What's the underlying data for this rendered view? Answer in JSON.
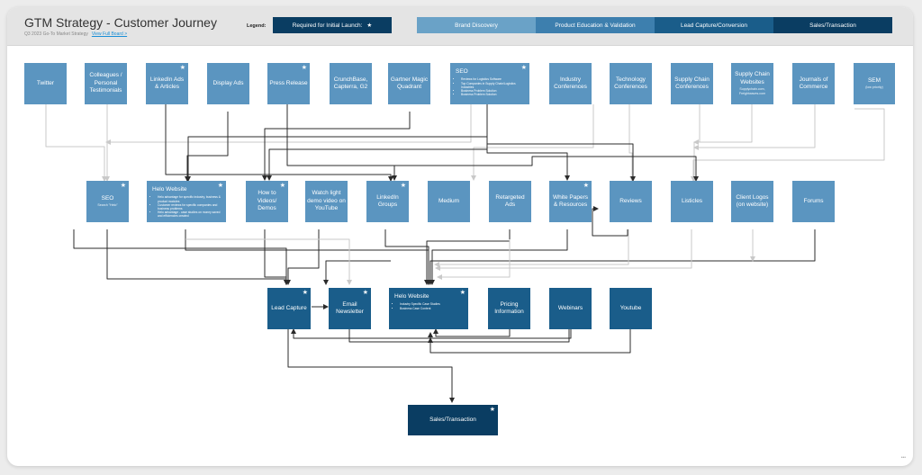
{
  "header": {
    "title": "GTM Strategy - Customer Journey",
    "subtitle": "Q3 2023 Go-To Market Strategy",
    "subtitle_link": "View Full Board >",
    "legend_label": "Legend:",
    "legend_item": "Required for Initial Launch:"
  },
  "stages": [
    {
      "label": "Brand Discovery",
      "color": "#6aa2c7"
    },
    {
      "label": "Product Education & Validation",
      "color": "#3d7fae"
    },
    {
      "label": "Lead Capture/Conversion",
      "color": "#1a5d8a"
    },
    {
      "label": "Sales/Transaction",
      "color": "#0a3d62"
    }
  ],
  "row1": [
    {
      "id": "twitter",
      "label": "Twitter",
      "star": false
    },
    {
      "id": "colleagues",
      "label": "Colleagues / Personal Testimonials",
      "star": false
    },
    {
      "id": "linkedin",
      "label": "LinkedIn Ads & Articles",
      "star": true
    },
    {
      "id": "display",
      "label": "Display Ads",
      "star": false
    },
    {
      "id": "press",
      "label": "Press Release",
      "star": true
    },
    {
      "id": "crunch",
      "label": "CrunchBase, Capterra, G2",
      "star": false
    },
    {
      "id": "gartner",
      "label": "Gartner Magic Quadrant",
      "star": false
    },
    {
      "id": "seo1",
      "label": "SEO",
      "star": true,
      "bullets": [
        "Reviews for Logistics Software",
        "Top Companies in Supply Chain/Logistics Industries",
        "Business Problem Solution",
        "Business Problem Solution"
      ]
    },
    {
      "id": "indconf",
      "label": "Industry Conferences",
      "star": false
    },
    {
      "id": "techconf",
      "label": "Technology Conferences",
      "star": false
    },
    {
      "id": "scconf",
      "label": "Supply Chain Conferences",
      "star": false
    },
    {
      "id": "scweb",
      "label": "Supply Chain Websites",
      "sub": "Supplychain.com, Freightwaves.com",
      "star": false
    },
    {
      "id": "journals",
      "label": "Journals of Commerce",
      "star": false
    },
    {
      "id": "sem",
      "label": "SEM",
      "sub": "(low priority)",
      "star": false
    }
  ],
  "row2": [
    {
      "id": "seo2",
      "label": "SEO",
      "sub": "Search \"Helo\"",
      "star": true
    },
    {
      "id": "helo1",
      "label": "Helo Website",
      "star": true,
      "bullets": [
        "Helo advantage for specific industry, business & product modules",
        "Customer reviews for specific companies and business problems",
        "Helo advantage - case studies on money saved and efficiencies created"
      ]
    },
    {
      "id": "howto",
      "label": "How to Videos/ Demos",
      "star": true
    },
    {
      "id": "watch",
      "label": "Watch light demo video on YouTube",
      "star": false
    },
    {
      "id": "ligroups",
      "label": "LinkedIn Groups",
      "star": true
    },
    {
      "id": "medium",
      "label": "Medium",
      "star": false
    },
    {
      "id": "retarget",
      "label": "Retargeted Ads",
      "star": false
    },
    {
      "id": "white",
      "label": "White Papers & Resources",
      "star": true
    },
    {
      "id": "reviews",
      "label": "Reviews",
      "star": false
    },
    {
      "id": "listicles",
      "label": "Listicles",
      "star": false
    },
    {
      "id": "logos",
      "label": "Client Logos (on website)",
      "star": false
    },
    {
      "id": "forums",
      "label": "Forums",
      "star": false
    }
  ],
  "row3": [
    {
      "id": "lead",
      "label": "Lead Capture",
      "star": true
    },
    {
      "id": "email",
      "label": "Email Newsletter",
      "star": true
    },
    {
      "id": "helo2",
      "label": "Helo Website",
      "star": true,
      "bullets": [
        "Industry Specific Case Studies",
        "Business Case Content"
      ]
    },
    {
      "id": "pricing",
      "label": "Pricing Information",
      "star": false
    },
    {
      "id": "webinars",
      "label": "Webinars",
      "star": false
    },
    {
      "id": "youtube",
      "label": "Youtube",
      "star": false
    }
  ],
  "row4": [
    {
      "id": "sales",
      "label": "Sales/Transaction",
      "star": true
    }
  ],
  "icons": {
    "star": "star-icon"
  }
}
